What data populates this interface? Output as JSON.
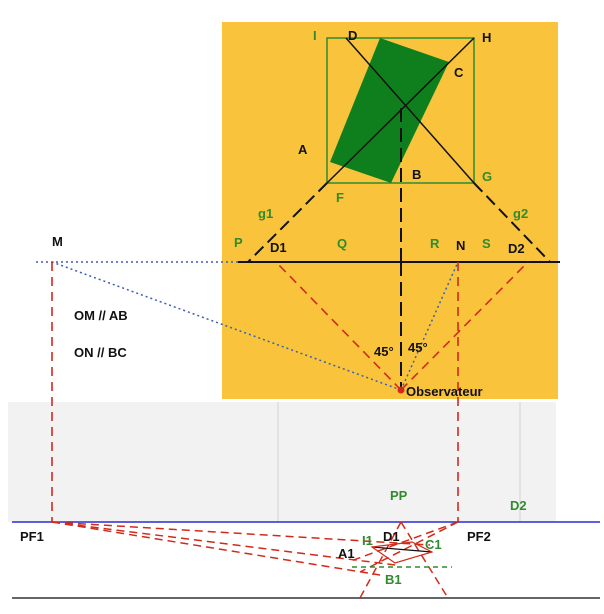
{
  "colors": {
    "plan_background": "#f9c43c",
    "rectangle_fill": "#0f7f1e",
    "square_outline": "#2e8b2e",
    "construction_red": "#d22a1a",
    "sight_blue": "#3a5fb0",
    "horizon_blue": "#2a2ad8",
    "label_green": "#2e8b2e",
    "label_black": "#111111"
  },
  "plan": {
    "square_labels": {
      "I": "I",
      "D": "D",
      "H": "H",
      "G": "G",
      "F": "F"
    },
    "rectangle_labels": {
      "A": "A",
      "B": "B",
      "C": "C"
    },
    "line_labels": {
      "g1": "g1",
      "g2": "g2"
    },
    "picture_plane_labels": {
      "P": "P",
      "Q": "Q",
      "R": "R",
      "S": "S"
    },
    "distance_points": {
      "D1": "D1",
      "D2": "D2"
    },
    "points": {
      "M": "M",
      "N": "N"
    },
    "notes": {
      "om_parallel_ab": "OM // AB",
      "on_parallel_bc": "ON // BC"
    },
    "angle_left": "45°",
    "angle_right": "45°",
    "observer": "Observateur"
  },
  "perspective": {
    "vanishing_left": "PF1",
    "vanishing_right": "PF2",
    "principal_point": "PP",
    "distance_point_d2": "D2",
    "distance_point_d1": "D1",
    "image_points": {
      "A1": "A1",
      "B1": "B1",
      "C1": "C1",
      "I1": "I1"
    }
  }
}
